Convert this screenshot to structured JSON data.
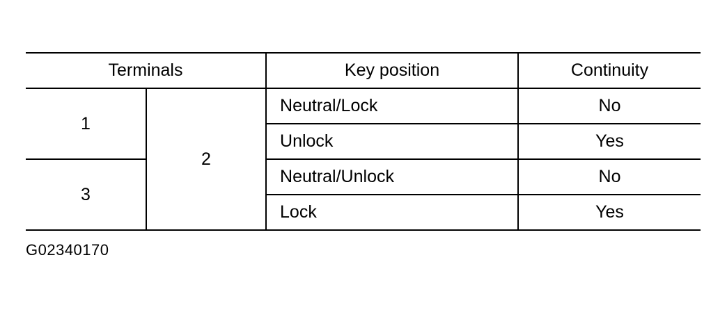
{
  "table": {
    "headers": {
      "terminals": "Terminals",
      "key_position": "Key position",
      "continuity": "Continuity"
    },
    "terminal_a_top": "1",
    "terminal_a_bottom": "3",
    "terminal_b": "2",
    "rows": [
      {
        "key_position": "Neutral/Lock",
        "continuity": "No"
      },
      {
        "key_position": "Unlock",
        "continuity": "Yes"
      },
      {
        "key_position": "Neutral/Unlock",
        "continuity": "No"
      },
      {
        "key_position": "Lock",
        "continuity": "Yes"
      }
    ]
  },
  "figure_code": "G02340170"
}
